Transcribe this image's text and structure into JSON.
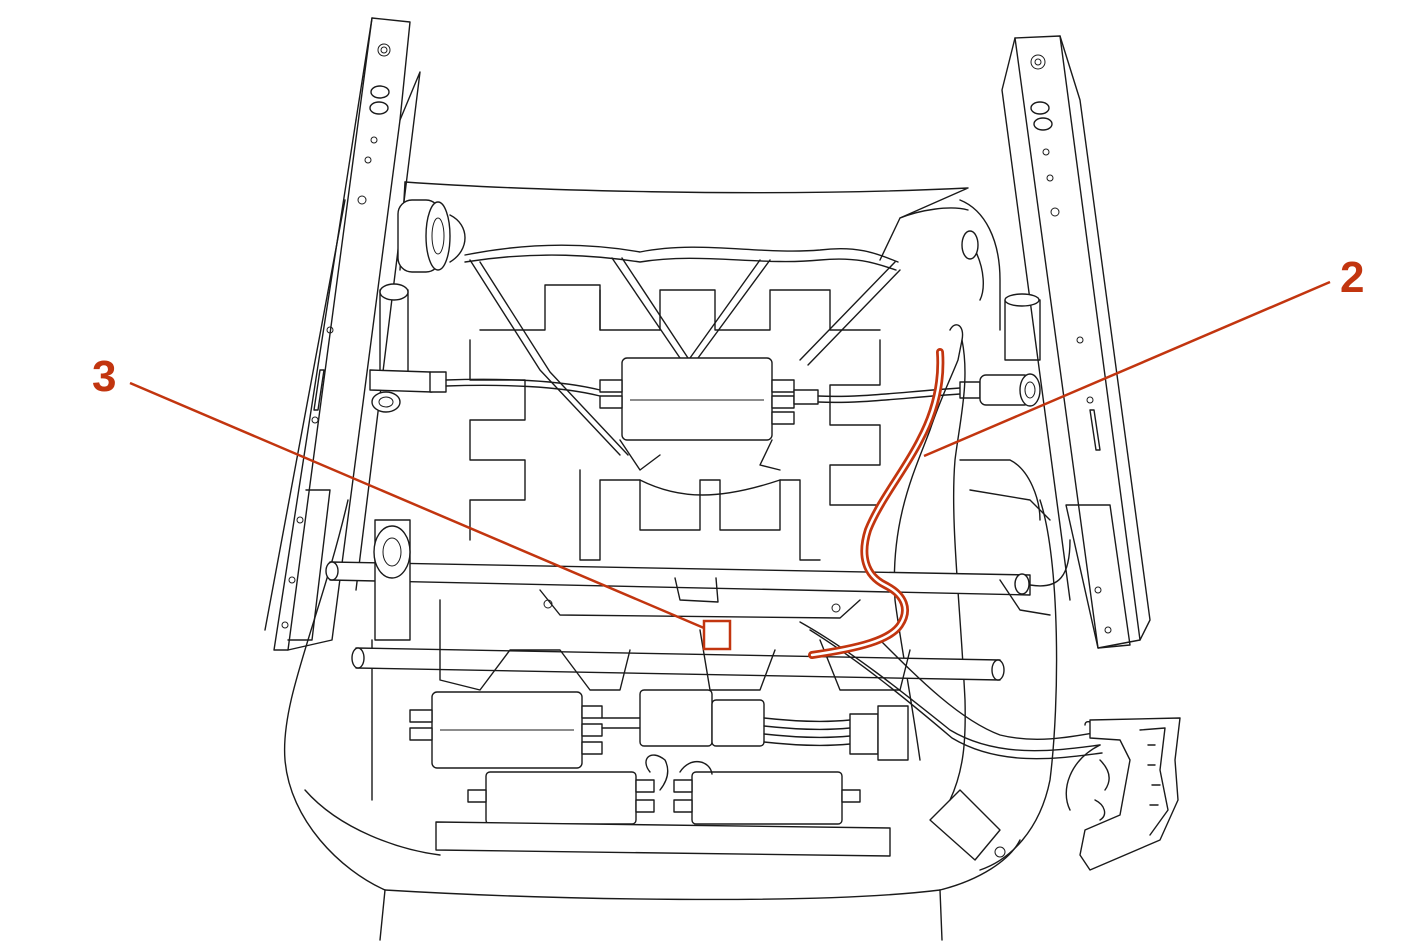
{
  "diagram": {
    "accent_color": "#c2350f",
    "line_color": "#1a1a1a",
    "background": "#ffffff",
    "callouts": [
      {
        "id": "3",
        "label": "3"
      },
      {
        "id": "2",
        "label": "2"
      }
    ]
  }
}
